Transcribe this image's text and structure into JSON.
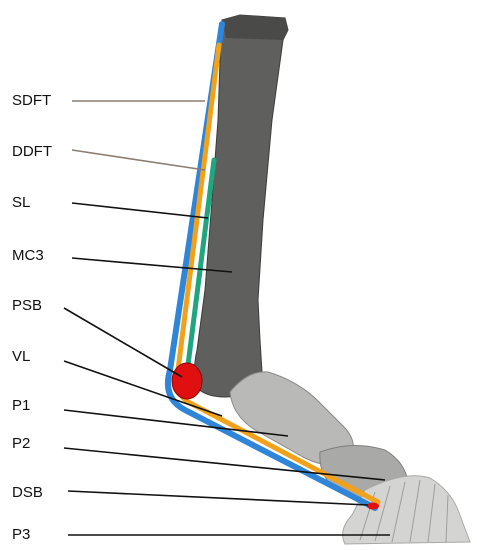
{
  "labels": {
    "sdft": "SDFT",
    "ddft": "DDFT",
    "sl": "SL",
    "mc3": "MC3",
    "psb": "PSB",
    "vl": "VL",
    "p1": "P1",
    "p2": "P2",
    "dsb": "DSB",
    "p3": "P3"
  },
  "colors": {
    "sdft": "#2f86d8",
    "ddft": "#f2a21a",
    "sl": "#1fa67f",
    "highlight": "#e01010",
    "bone": "#5f5f5d",
    "hoof": "#d4d4d2"
  }
}
